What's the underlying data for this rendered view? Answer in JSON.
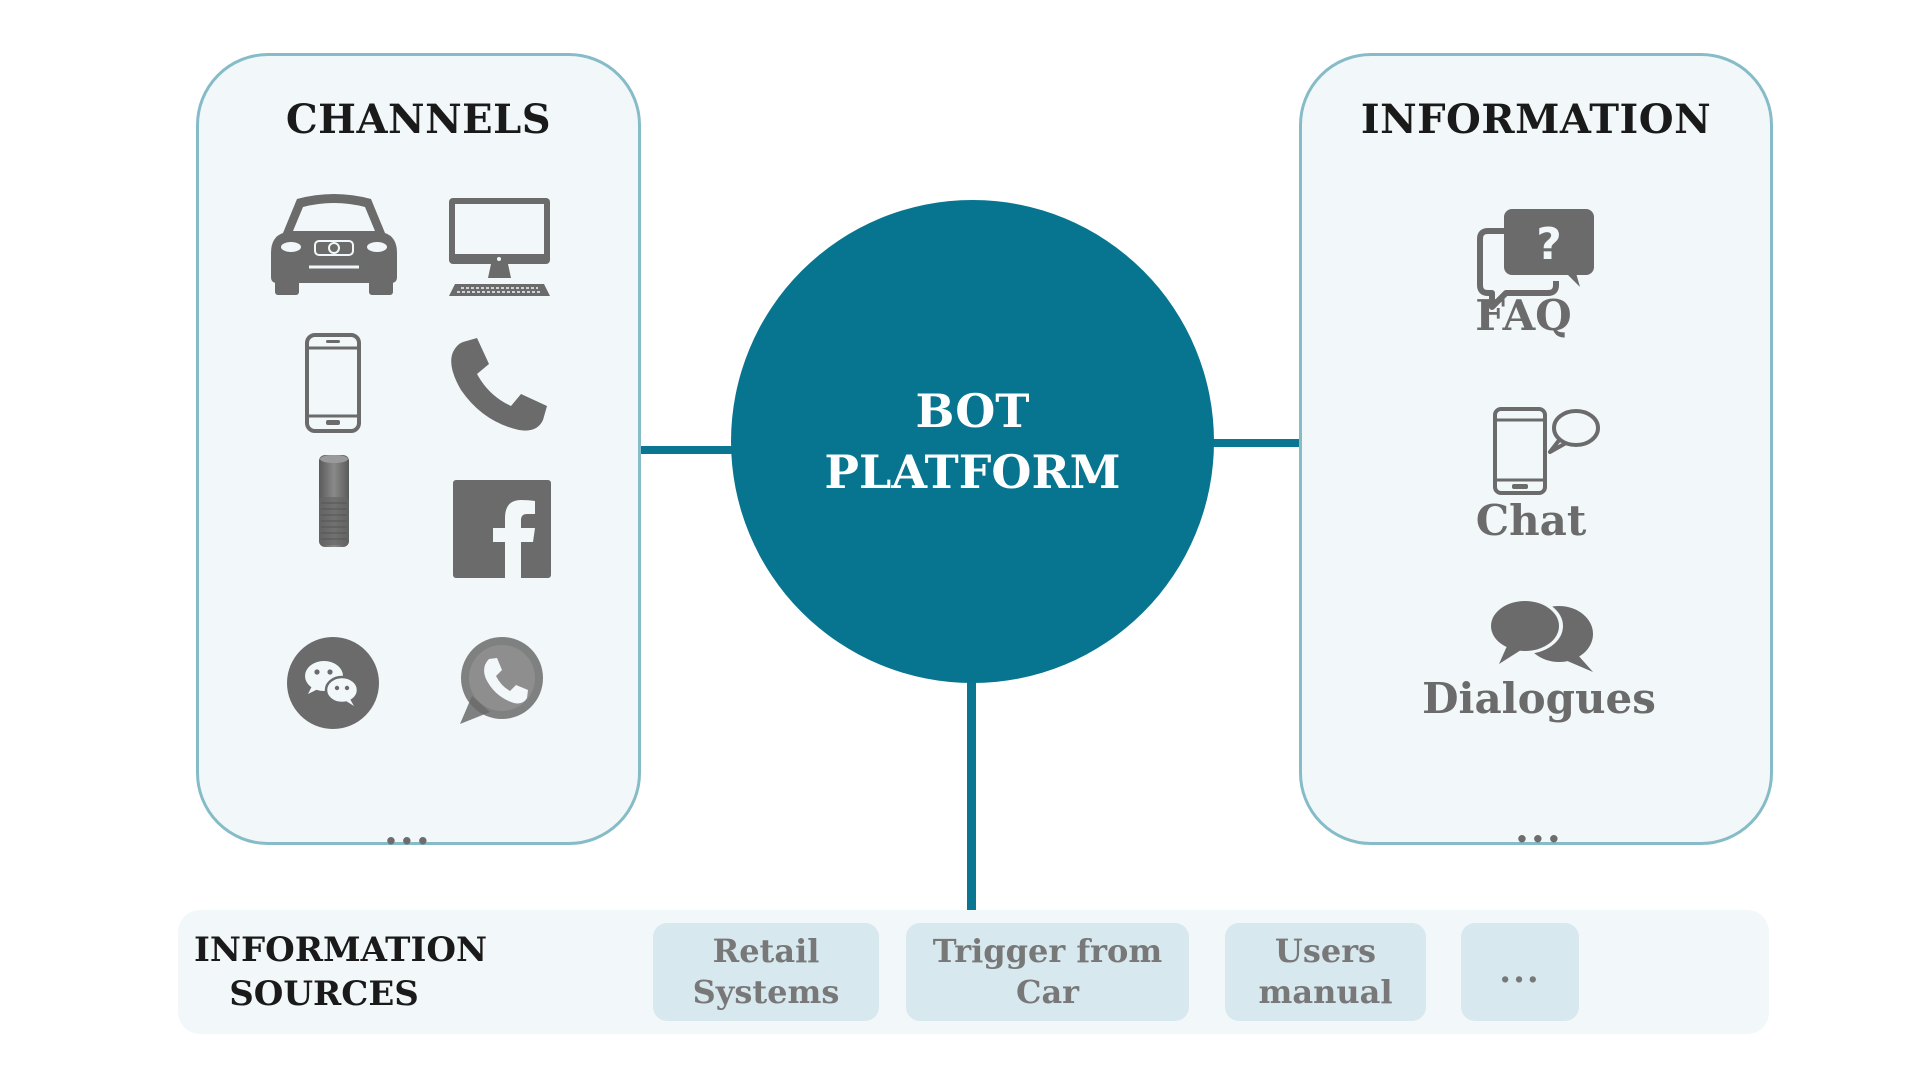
{
  "colors": {
    "accent": "#07758f",
    "panel_bg": "#f2f7f9",
    "panel_border": "#86bcc7",
    "source_box_bg": "#d7e8ee",
    "icon_gray": "#6b6b6b"
  },
  "channels": {
    "title": "CHANNELS",
    "icons": [
      "car-icon",
      "desktop-computer-icon",
      "smartphone-icon",
      "phone-handset-icon",
      "smart-speaker-icon",
      "facebook-icon",
      "wechat-icon",
      "whatsapp-icon"
    ],
    "more": "..."
  },
  "bot_platform": {
    "label": "BOT\nPLATFORM"
  },
  "information": {
    "title": "INFORMATION",
    "items": [
      {
        "label": "FAQ",
        "icon": "faq-question-bubbles-icon"
      },
      {
        "label": "Chat",
        "icon": "phone-chat-bubble-icon"
      },
      {
        "label": "Dialogues",
        "icon": "dialogue-bubbles-icon"
      }
    ],
    "more": "..."
  },
  "information_sources": {
    "title": "INFORMATION\nSOURCES",
    "boxes": [
      {
        "label": "Retail\nSystems"
      },
      {
        "label": "Trigger from\nCar"
      },
      {
        "label": "Users\nmanual"
      },
      {
        "label": "..."
      }
    ]
  }
}
